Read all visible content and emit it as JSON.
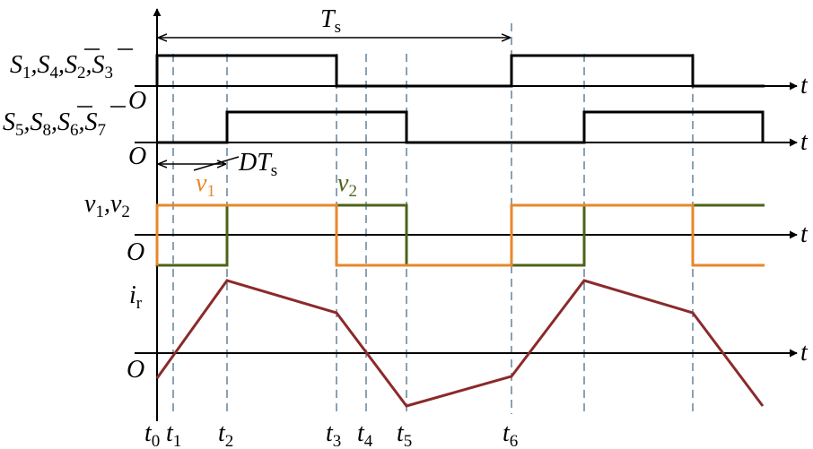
{
  "axes": {
    "time_label": "t",
    "origin_label": "O"
  },
  "signals": {
    "s1_group": {
      "s1": "S",
      "s1_sub": "1",
      "s4": "S",
      "s4_sub": "4",
      "s2bar": "S",
      "s2bar_sub": "2",
      "s3bar": "S",
      "s3bar_sub": "3"
    },
    "s5_group": {
      "s5": "S",
      "s5_sub": "5",
      "s8": "S",
      "s8_sub": "8",
      "s6bar": "S",
      "s6bar_sub": "6",
      "s7bar": "S",
      "s7bar_sub": "7"
    },
    "v_group": {
      "v1": "v",
      "v1_sub": "1",
      "v2": "v",
      "v2_sub": "2"
    },
    "v1_label": {
      "v": "v",
      "sub": "1"
    },
    "v2_label": {
      "v": "v",
      "sub": "2"
    },
    "ir_label": {
      "i": "i",
      "sub": "r"
    }
  },
  "annotations": {
    "period": {
      "t": "T",
      "sub": "s"
    },
    "phase_shift": {
      "d": "DT",
      "sub": "s"
    }
  },
  "time_points": [
    {
      "t": "t",
      "sub": "0"
    },
    {
      "t": "t",
      "sub": "1"
    },
    {
      "t": "t",
      "sub": "2"
    },
    {
      "t": "t",
      "sub": "3"
    },
    {
      "t": "t",
      "sub": "4"
    },
    {
      "t": "t",
      "sub": "5"
    },
    {
      "t": "t",
      "sub": "6"
    }
  ],
  "colors": {
    "v1": "#e8872a",
    "v2": "#4d6319",
    "ir": "#8b2a2a",
    "guide": "#4a6f8c"
  }
}
